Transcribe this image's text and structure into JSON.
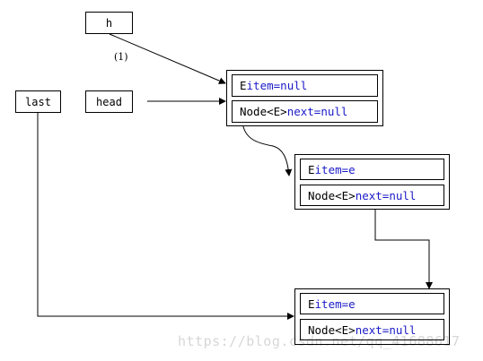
{
  "labels": {
    "h": "h",
    "step": "(1)",
    "last": "last",
    "head": "head"
  },
  "nodes": [
    {
      "item_type": "E",
      "item_name": "item",
      "item_eq": "=",
      "item_value": "null",
      "next_type": "Node<E>",
      "next_name": "next",
      "next_eq": "=",
      "next_value": "null"
    },
    {
      "item_type": "E",
      "item_name": "item",
      "item_eq": "=",
      "item_value": "e",
      "next_type": "Node<E>",
      "next_name": "next",
      "next_eq": "=",
      "next_value": "null"
    },
    {
      "item_type": "E",
      "item_name": "item",
      "item_eq": "=",
      "item_value": "e",
      "next_type": "Node<E>",
      "next_name": "next",
      "next_eq": "=",
      "next_value": "null"
    }
  ],
  "watermark": "https://blog.csdn.net/qq_41688617",
  "colors": {
    "keyword": "#1a1ac8",
    "line": "#000000"
  }
}
